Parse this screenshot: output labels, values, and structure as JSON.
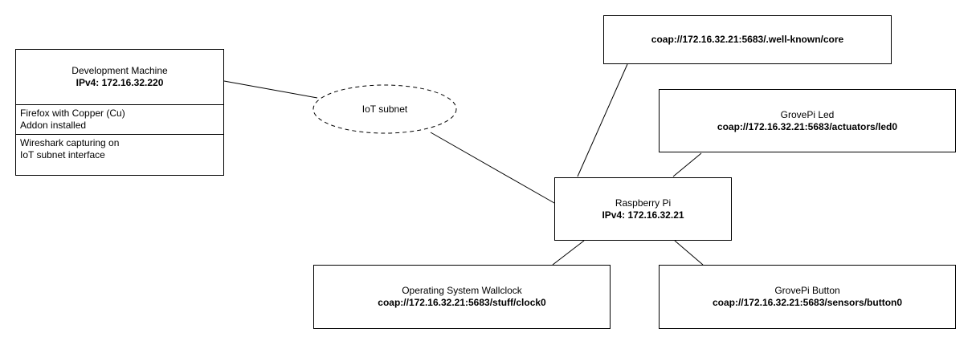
{
  "development_machine": {
    "title": "Development Machine",
    "address": "IPv4: 172.16.32.220",
    "rows": [
      "Firefox with Copper (Cu)\nAddon installed",
      "Wireshark capturing on\nIoT subnet interface"
    ]
  },
  "iot_subnet": {
    "label": "IoT subnet"
  },
  "raspberry_pi": {
    "title": "Raspberry Pi",
    "address": "IPv4: 172.16.32.21"
  },
  "well_known_core": {
    "address": "coap://172.16.32.21:5683/.well-known/core"
  },
  "grovepi_led": {
    "title": "GrovePi Led",
    "address": "coap://172.16.32.21:5683/actuators/led0"
  },
  "wallclock": {
    "title": "Operating System Wallclock",
    "address": "coap://172.16.32.21:5683/stuff/clock0"
  },
  "grovepi_button": {
    "title": "GrovePi Button",
    "address": "coap://172.16.32.21:5683/sensors/button0"
  }
}
